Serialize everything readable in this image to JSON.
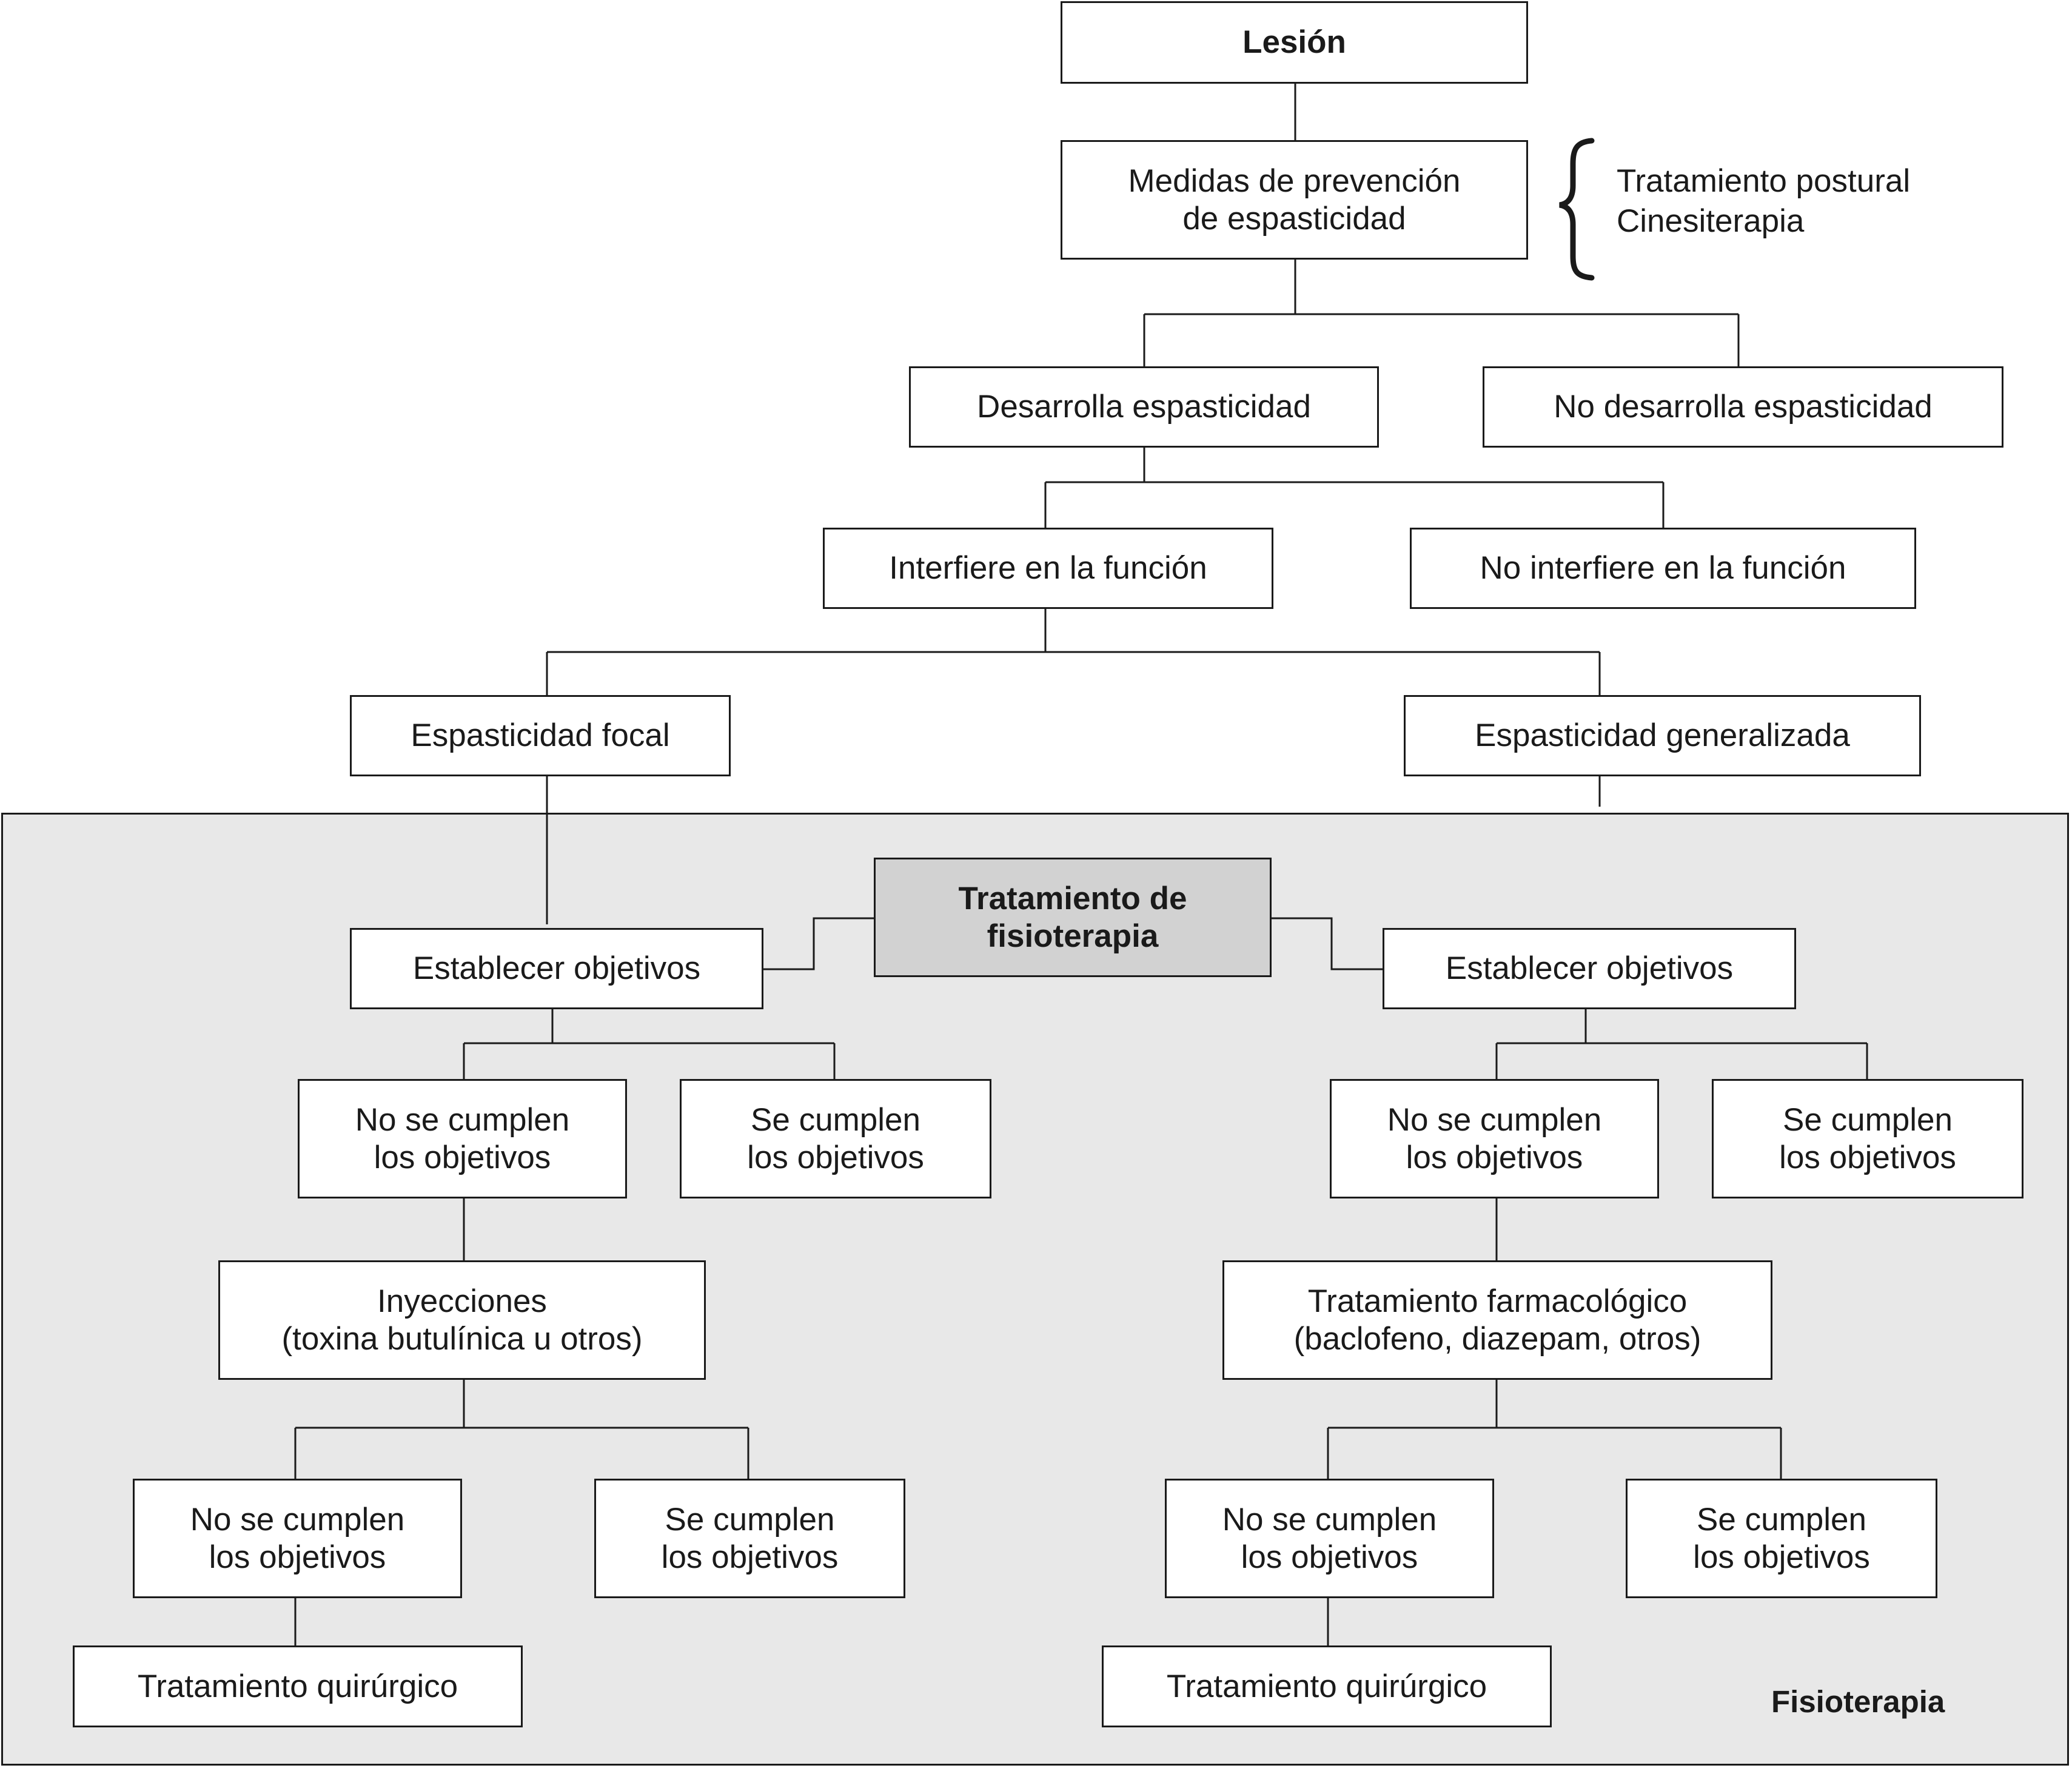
{
  "diagram": {
    "nodes": {
      "lesion": "Lesión",
      "prevencion": "Medidas de prevención\nde espasticidad",
      "desarrolla": "Desarrolla espasticidad",
      "no_desarrolla": "No desarrolla espasticidad",
      "interfiere": "Interfiere en la función",
      "no_interfiere": "No interfiere en la función",
      "focal": "Espasticidad focal",
      "generalizada": "Espasticidad generalizada",
      "tratamiento_fisio": "Tratamiento de\nfisioterapia",
      "objetivos_izq": "Establecer objetivos",
      "objetivos_der": "Establecer objetivos",
      "no_cumplen_izq_1": "No se cumplen\nlos objetivos",
      "cumplen_izq_1": "Se cumplen\nlos objetivos",
      "no_cumplen_der_1": "No se cumplen\nlos objetivos",
      "cumplen_der_1": "Se cumplen\nlos objetivos",
      "inyecciones": "Inyecciones\n(toxina butulínica u otros)",
      "farmacologico": "Tratamiento farmacológico\n(baclofeno, diazepam, otros)",
      "no_cumplen_izq_2": "No se cumplen\nlos objetivos",
      "cumplen_izq_2": "Se cumplen\nlos objetivos",
      "no_cumplen_der_2": "No se cumplen\nlos objetivos",
      "cumplen_der_2": "Se cumplen\nlos objetivos",
      "quirurgico_izq": "Tratamiento quirúrgico",
      "quirurgico_der": "Tratamiento quirúrgico"
    },
    "prevention_note": "Tratamiento postural\nCinesiterapia",
    "region_label": "Fisioterapia"
  },
  "colors": {
    "line": "#1a1a1a",
    "box_fill": "#ffffff",
    "region_fill": "#e8e8e8",
    "central_fill": "#d2d2d2"
  }
}
